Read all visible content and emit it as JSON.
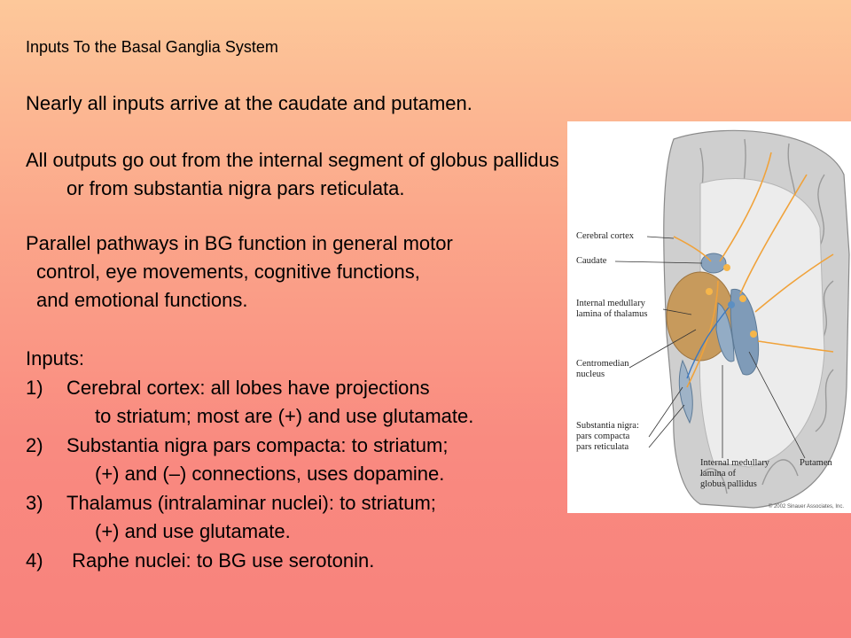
{
  "title": "Inputs To the Basal Ganglia System",
  "para1": "Nearly all inputs arrive at the caudate and putamen.",
  "para2": {
    "line1": "All outputs go out from the internal segment of globus pallidus",
    "line2": "or from substantia nigra pars reticulata."
  },
  "para3": {
    "line1": "Parallel pathways in BG function in general motor",
    "line2": "control, eye movements, cognitive functions,",
    "line3": "and emotional functions."
  },
  "inputs_heading": "Inputs:",
  "inputs": [
    {
      "num": "1)",
      "line1": "Cerebral cortex:  all lobes have projections",
      "line2": "to striatum;  most are (+) and use glutamate."
    },
    {
      "num": "2)",
      "line1": "Substantia nigra pars compacta:  to striatum;",
      "line2": "(+) and (–) connections, uses dopamine."
    },
    {
      "num": "3)",
      "line1": "Thalamus (intralaminar nuclei):  to striatum;",
      "line2": "(+) and use glutamate."
    },
    {
      "num": "4)",
      "line1": " Raphe nuclei: to BG use serotonin."
    }
  ],
  "figure": {
    "labels": {
      "cerebral_cortex": "Cerebral cortex",
      "caudate": "Caudate",
      "internal_medullary_thalamus_1": "Internal medullary",
      "internal_medullary_thalamus_2": "lamina of thalamus",
      "centromedian_1": "Centromedian",
      "centromedian_2": "nucleus",
      "substantia_nigra_1": "Substantia nigra:",
      "substantia_nigra_2": "pars compacta",
      "substantia_nigra_3": "pars reticulata",
      "internal_medullary_gp_1": "Internal medullary",
      "internal_medullary_gp_2": "lamina of",
      "internal_medullary_gp_3": "globus pallidus",
      "putamen": "Putamen"
    },
    "copyright": "© 2002 Sinauer Associates, Inc."
  }
}
